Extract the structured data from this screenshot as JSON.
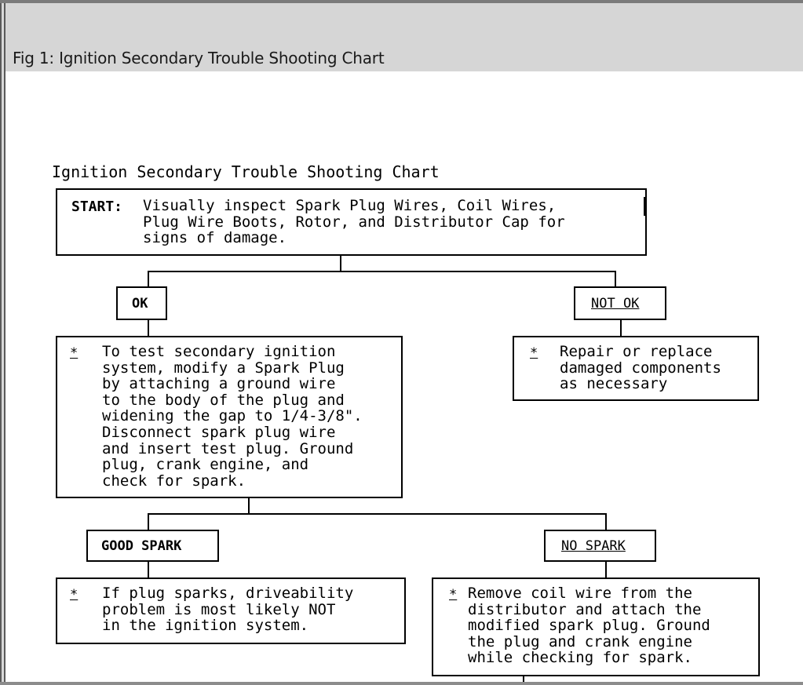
{
  "header": {
    "title": "Fig 1: Ignition Secondary Trouble Shooting Chart"
  },
  "diagram": {
    "title": "Ignition Secondary Trouble Shooting Chart",
    "start": {
      "label": "START:",
      "text": "Visually inspect Spark Plug Wires, Coil Wires,\nPlug Wire Boots, Rotor, and Distributor Cap for\nsigns of damage."
    },
    "ok_label": "OK",
    "not_ok_label": "NOT OK",
    "test_step": {
      "marker": "*",
      "text": "To test secondary ignition\nsystem, modify a Spark Plug\nby attaching a ground wire\nto the body of the plug and\nwidening the gap to 1/4-3/8\".\nDisconnect spark plug wire\nand insert test plug. Ground\nplug, crank engine, and\ncheck for spark."
    },
    "repair_step": {
      "marker": "*",
      "text": "Repair or replace\ndamaged components\nas necessary"
    },
    "good_spark_label": "GOOD SPARK",
    "no_spark_label": "NO SPARK",
    "good_result": {
      "marker": "*",
      "text": "If plug sparks, driveability\nproblem is most likely NOT\nin the ignition system."
    },
    "no_spark_step": {
      "marker": "*",
      "text": "Remove coil wire from the\ndistributor and attach the\nmodified spark plug. Ground\nthe plug and crank engine\nwhile checking for spark."
    }
  }
}
